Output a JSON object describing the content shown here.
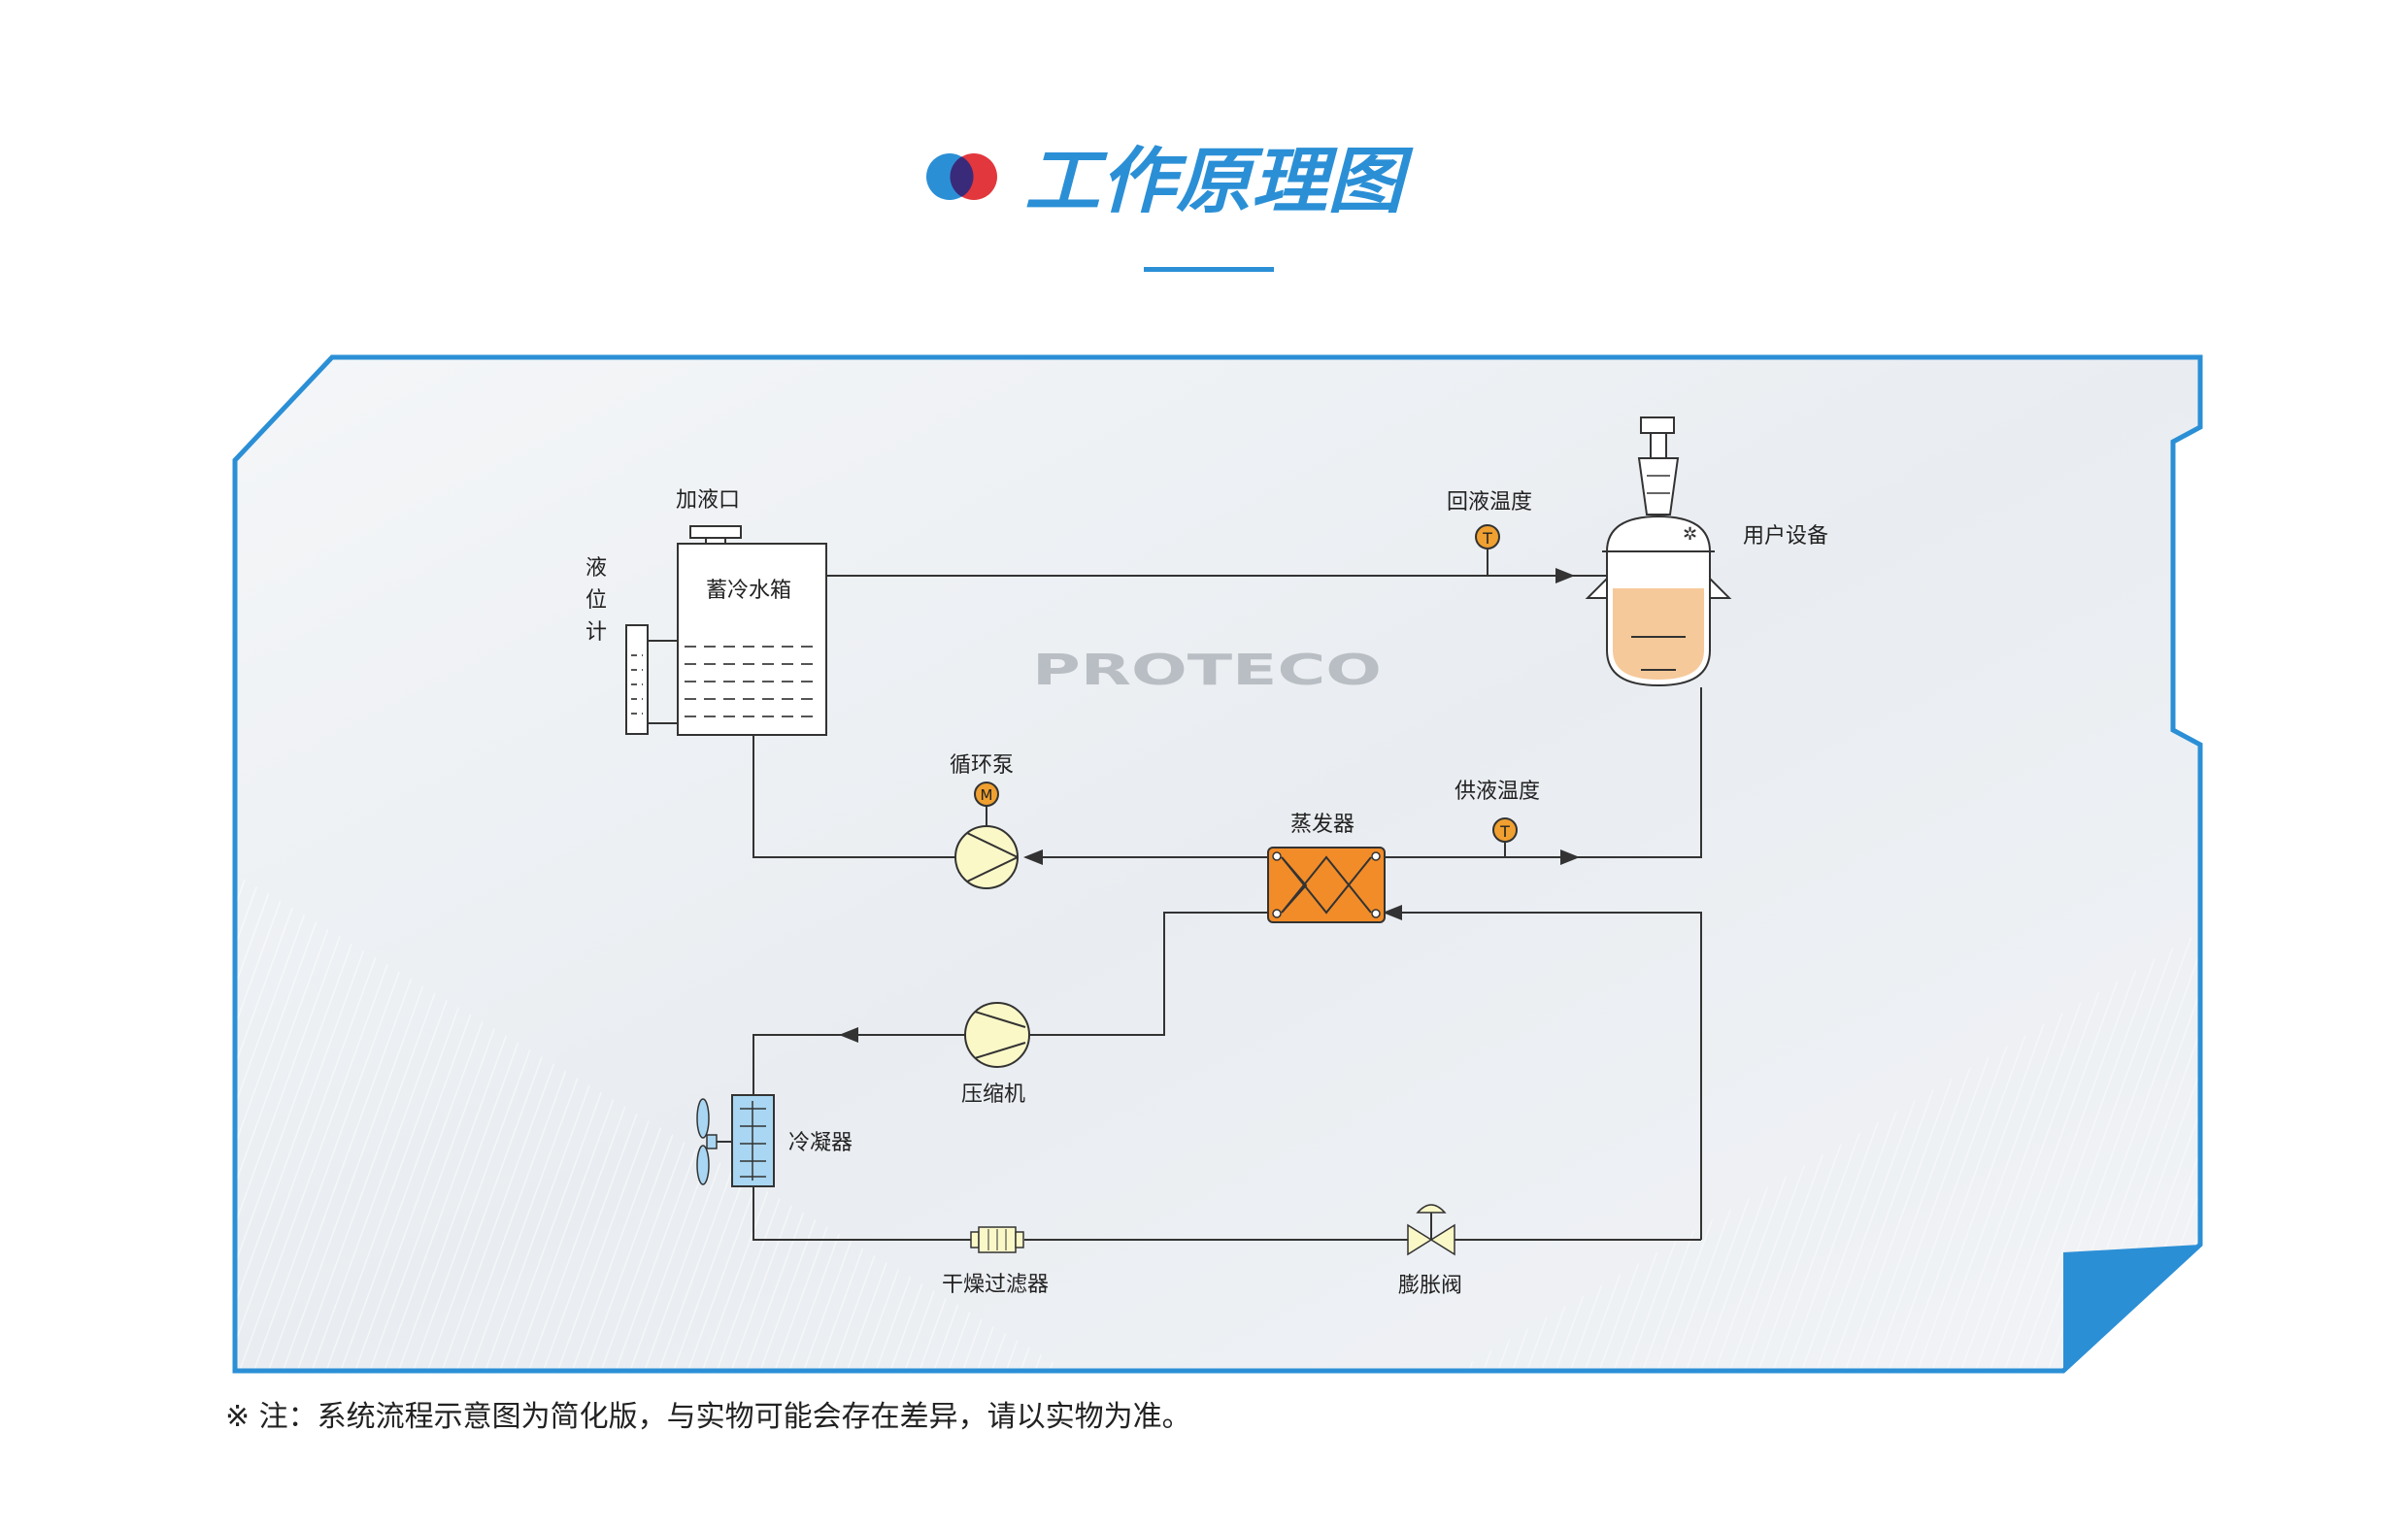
{
  "header": {
    "title": "工作原理图",
    "colors": {
      "blue": "#2b8fd6",
      "red": "#e0262d"
    }
  },
  "diagram": {
    "watermark": "PROTECO",
    "components": {
      "fill_port": "加液口",
      "level_gauge": [
        "液",
        "位",
        "计"
      ],
      "storage_tank": "蓄冷水箱",
      "return_temp": "回液温度",
      "user_equipment": "用户设备",
      "circulation_pump": "循环泵",
      "evaporator": "蒸发器",
      "supply_temp": "供液温度",
      "compressor": "压缩机",
      "condenser": "冷凝器",
      "dryer_filter": "干燥过滤器",
      "expansion_valve": "膨胀阀",
      "motor_symbol": "M",
      "temp_symbol": "T"
    },
    "colors": {
      "frame_border": "#2b8fd6",
      "evaporator_fill": "#f28c28",
      "condenser_fill": "#a9d6f2",
      "reactor_liquid": "#f6c99a",
      "sensor_fill": "#f0a030"
    }
  },
  "footer": {
    "note": "※ 注：系统流程示意图为简化版，与实物可能会存在差异，请以实物为准。"
  }
}
